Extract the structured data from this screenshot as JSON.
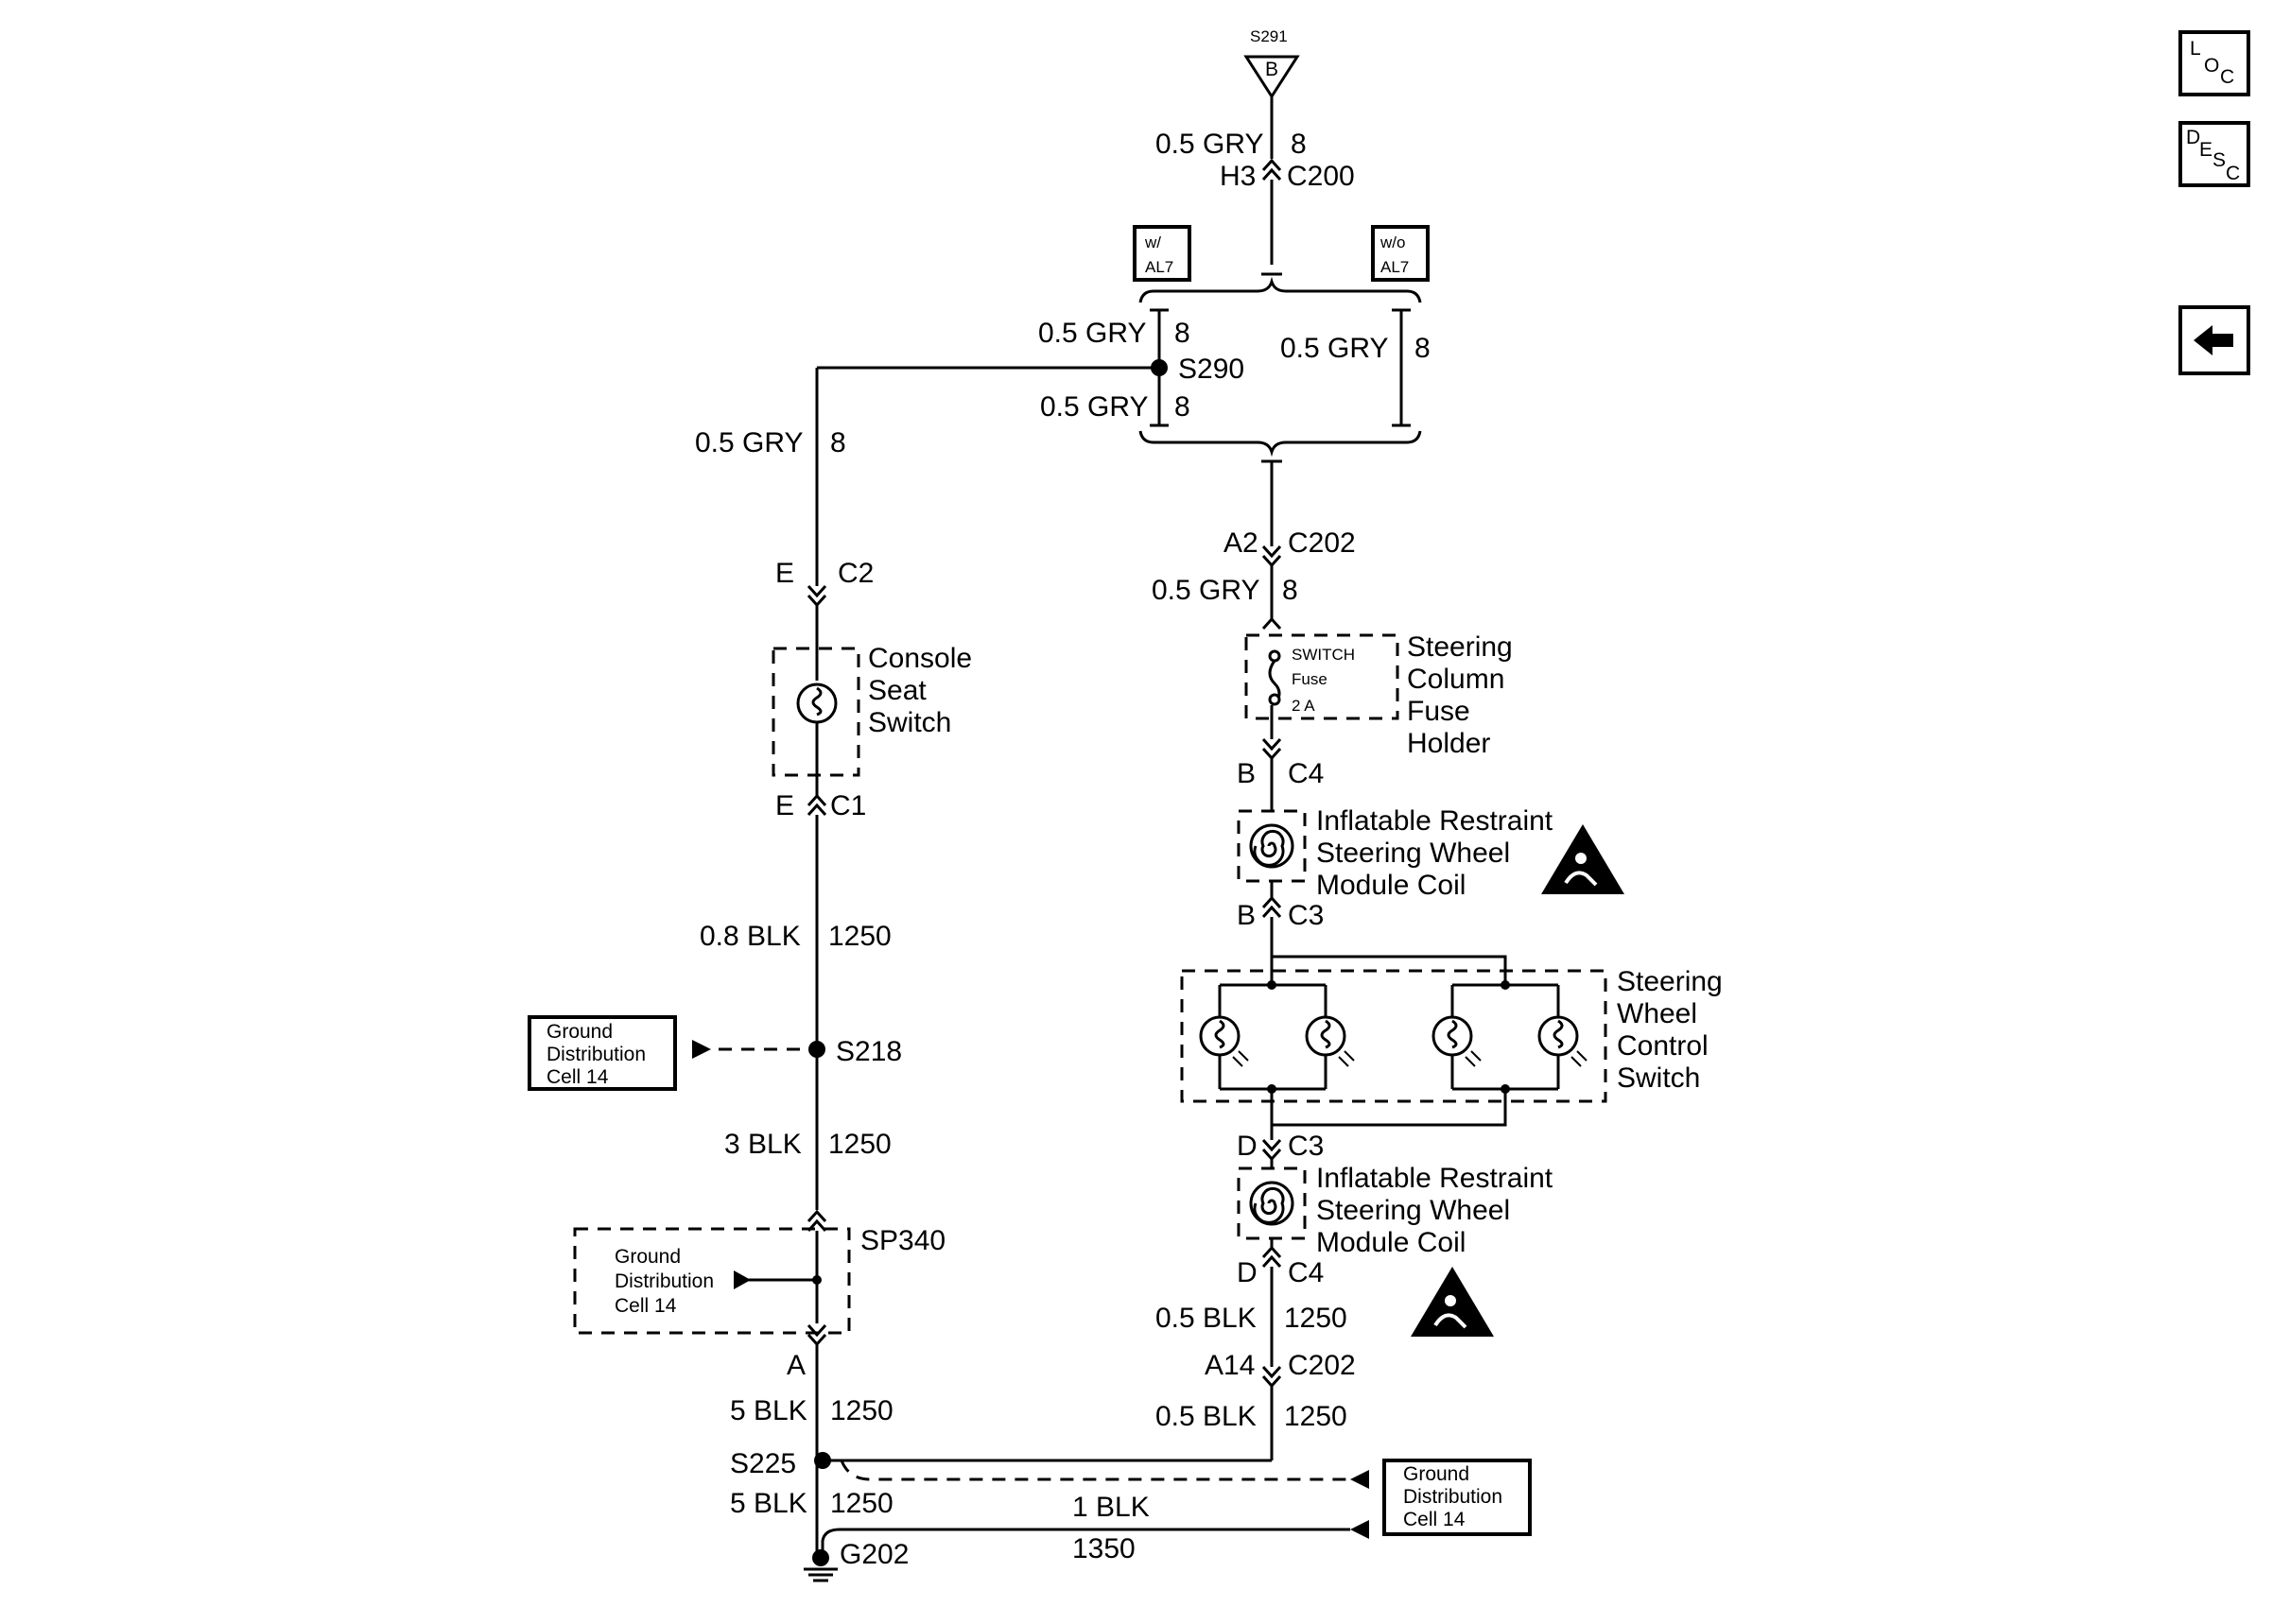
{
  "nav": {
    "loc": {
      "l": "L",
      "o": "O",
      "c": "C"
    },
    "desc": {
      "d": "D",
      "e": "E",
      "s": "S",
      "c": "C"
    }
  },
  "top": {
    "splice_s291": "S291",
    "s291_pin": "B",
    "wire_size_color": "0.5 GRY",
    "wire_circuit": "8",
    "pin_h3": "H3",
    "conn_c200": "C200",
    "opt_with": "w/",
    "opt_with_code": "AL7",
    "opt_without": "w/o",
    "opt_without_code": "AL7"
  },
  "s290": {
    "upper_wire": "0.5 GRY",
    "upper_circuit": "8",
    "splice": "S290",
    "lower_wire": "0.5 GRY",
    "lower_circuit": "8",
    "alt_wire": "0.5 GRY",
    "alt_circuit": "8"
  },
  "left": {
    "wire1": "0.5 GRY",
    "circuit1": "8",
    "pin_e_top": "E",
    "conn_c2": "C2",
    "console_line1": "Console",
    "console_line2": "Seat",
    "console_line3": "Switch",
    "pin_e_bot": "E",
    "conn_c1": "C1",
    "wire2": "0.8 BLK",
    "circuit2": "1250",
    "gd_line1": "Ground",
    "gd_line2": "Distribution",
    "gd_line3": "Cell 14",
    "splice_s218": "S218",
    "wire3": "3 BLK",
    "circuit3": "1250",
    "splice_sp340": "SP340",
    "pin_a": "A",
    "wire4": "5 BLK",
    "circuit4": "1250",
    "splice_s225": "S225",
    "wire5": "5 BLK",
    "circuit5": "1250",
    "ground_g202": "G202"
  },
  "right": {
    "pin_a2": "A2",
    "conn_c202": "C202",
    "wire1": "0.5 GRY",
    "circuit1": "8",
    "fuse_switch": "SWITCH",
    "fuse_word": "Fuse",
    "fuse_rating": "2 A",
    "fuse_holder_l1": "Steering",
    "fuse_holder_l2": "Column",
    "fuse_holder_l3": "Fuse",
    "fuse_holder_l4": "Holder",
    "pin_b_c4": "B",
    "conn_c4_top": "C4",
    "coil_l1": "Inflatable Restraint",
    "coil_l2": "Steering Wheel",
    "coil_l3": "Module Coil",
    "pin_b_c3": "B",
    "conn_c3_top": "C3",
    "swc_l1": "Steering",
    "swc_l2": "Wheel",
    "swc_l3": "Control",
    "swc_l4": "Switch",
    "pin_d_c3": "D",
    "conn_c3_bot": "C3",
    "coil2_l1": "Inflatable Restraint",
    "coil2_l2": "Steering Wheel",
    "coil2_l3": "Module Coil",
    "pin_d_c4": "D",
    "conn_c4_bot": "C4",
    "wire2": "0.5 BLK",
    "circuit2": "1250",
    "pin_a14": "A14",
    "conn_c202_bot": "C202",
    "wire3": "0.5 BLK",
    "circuit3": "1250"
  },
  "bottom": {
    "gd_line1": "Ground",
    "gd_line2": "Distribution",
    "gd_line3": "Cell 14",
    "wire": "1 BLK",
    "circuit": "1350"
  },
  "colors": {
    "line": "#000000",
    "background": "#ffffff"
  },
  "icons": [
    "loc-button",
    "desc-button",
    "back-arrow-icon",
    "airbag-warning-icon",
    "ground-icon",
    "lamp-icon",
    "clockspring-icon"
  ]
}
